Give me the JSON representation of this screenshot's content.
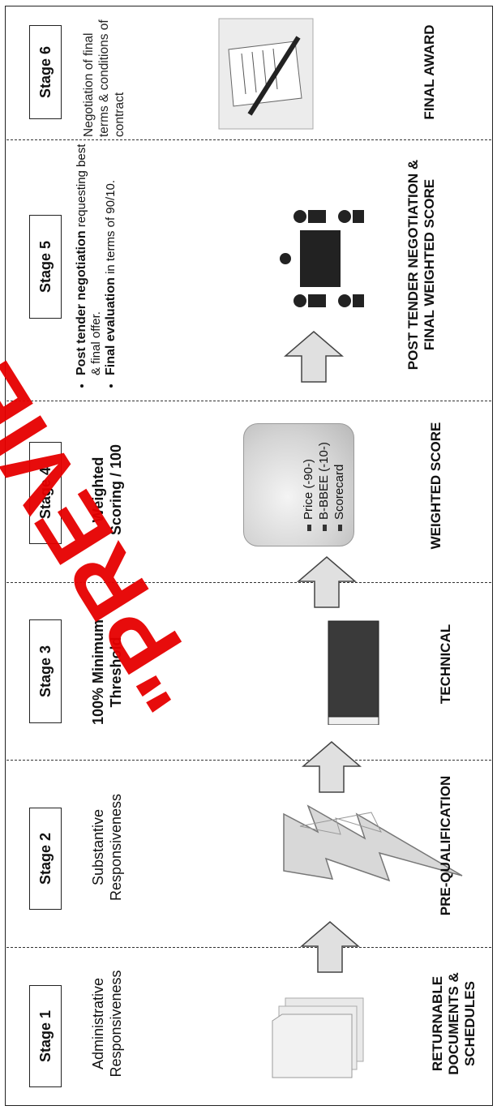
{
  "stages": [
    {
      "label": "Stage 1",
      "heading": "Administrative Responsiveness",
      "footer": "RETURNABLE DOCUMENTS & SCHEDULES"
    },
    {
      "label": "Stage 2",
      "heading": "Substantive Responsiveness",
      "footer": "PRE-QUALIFICATION"
    },
    {
      "label": "Stage 3",
      "heading": "100% Minimum Threshold",
      "footer": "TECHNICAL"
    },
    {
      "label": "Stage 4",
      "heading": "Weighted Scoring / 100",
      "footer": "WEIGHTED SCORE",
      "scorecard": [
        "Price (-90-)",
        "B-BBEE (-10-)",
        "Scorecard"
      ]
    },
    {
      "label": "Stage 5",
      "footer": "POST TENDER NEGOTIATION & FINAL WEIGHTED SCORE",
      "bullets": [
        {
          "bold": "Post tender negotiation",
          "text": "requesting best & final offer."
        },
        {
          "bold": "Final evaluation",
          "text": "in terms of 90/10."
        }
      ]
    },
    {
      "label": "Stage 6",
      "heading": "Negotiation of final terms & conditions of contract",
      "footer": "FINAL AWARD"
    }
  ],
  "watermark": "\"PREVIEW\"",
  "icons": [
    "documents-icon",
    "lightning-icon",
    "threshold-bar-icon",
    "scorecard-icon",
    "meeting-icon",
    "contract-signing-icon"
  ],
  "colors": {
    "watermark": "#e60000",
    "arrow_fill": "#e0e0e0",
    "border": "#222222"
  }
}
